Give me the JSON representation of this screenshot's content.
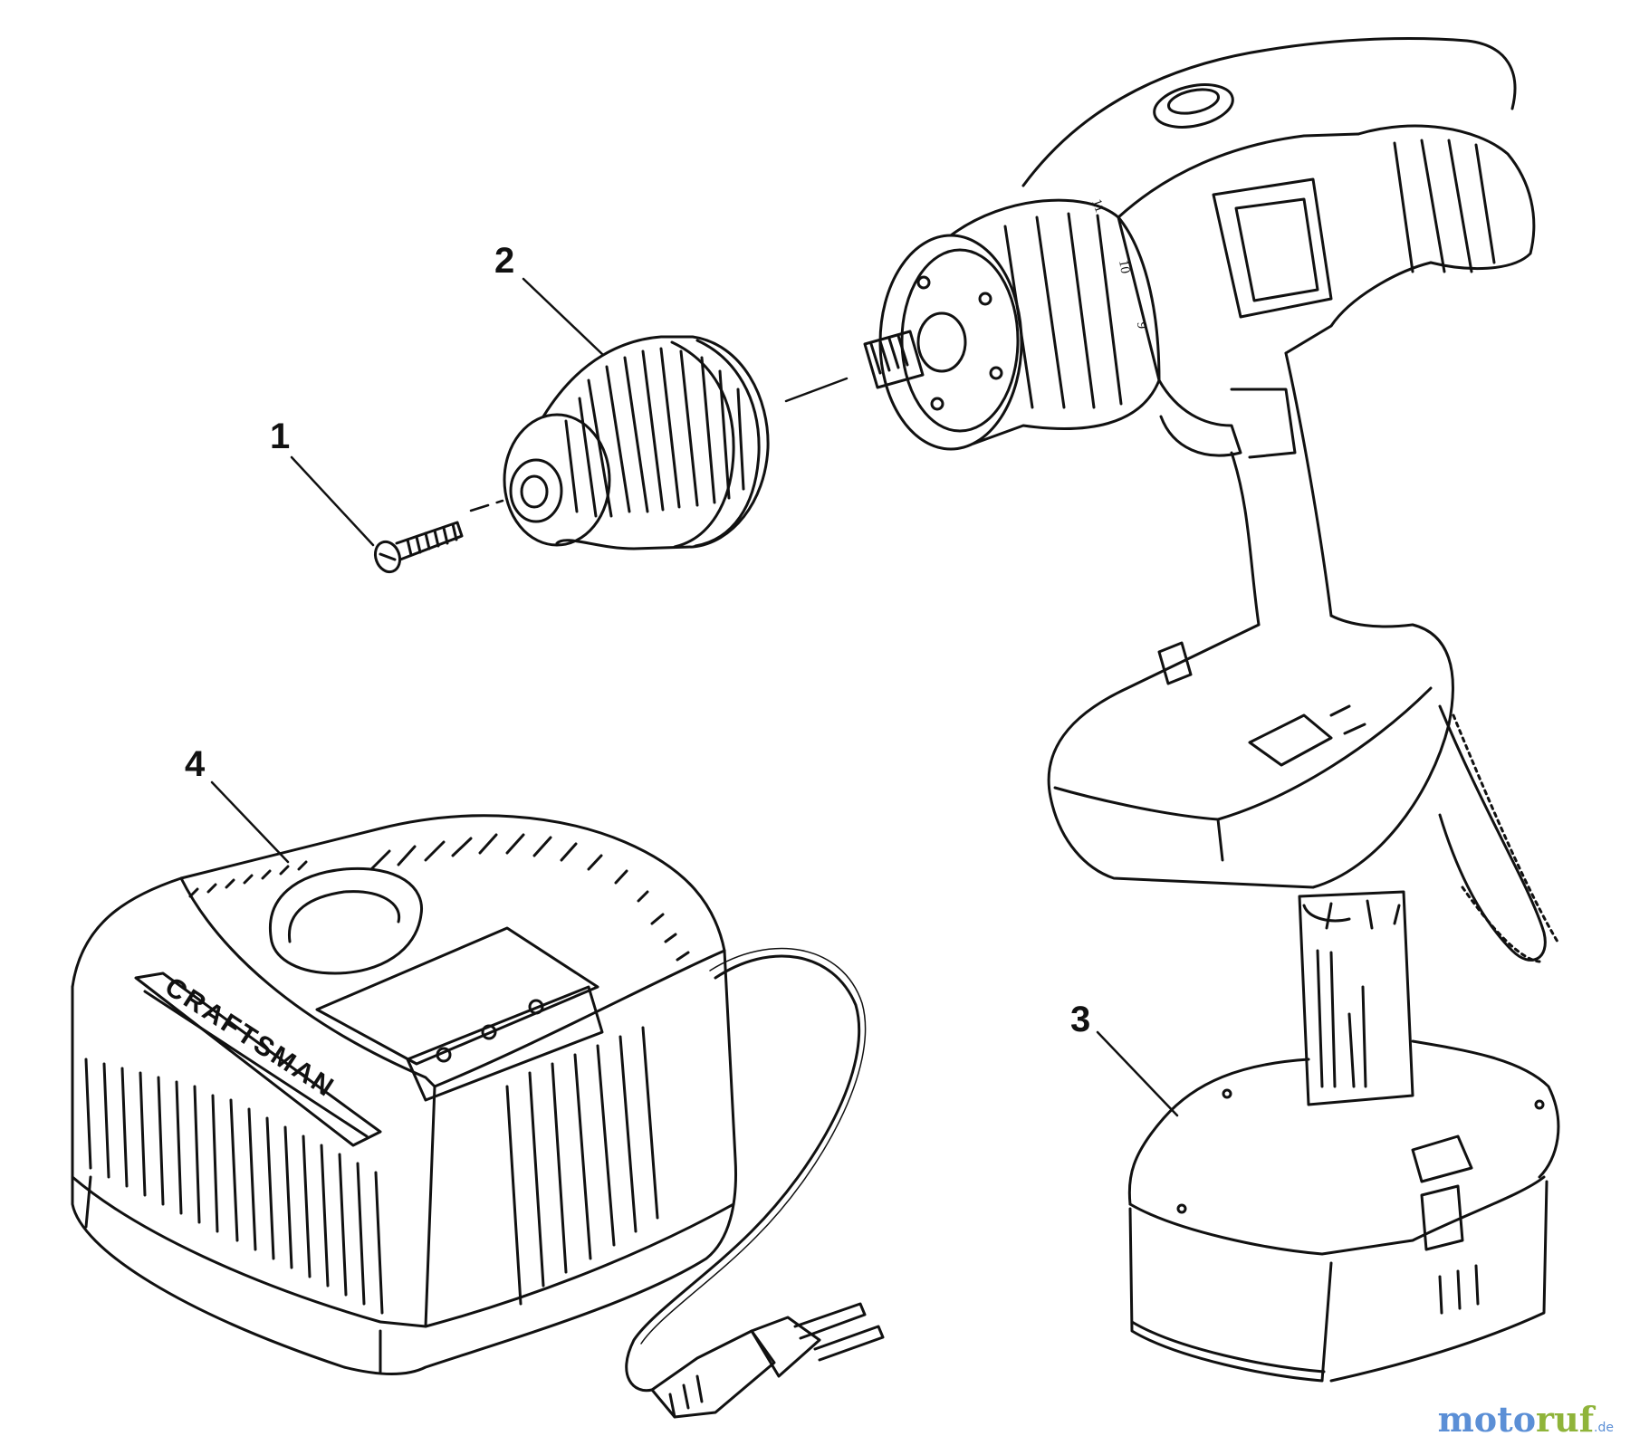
{
  "callouts": [
    {
      "number": "1",
      "part": "screw"
    },
    {
      "number": "2",
      "part": "chuck"
    },
    {
      "number": "3",
      "part": "battery"
    },
    {
      "number": "4",
      "part": "charger"
    }
  ],
  "charger": {
    "brand_label": "CRAFTSMAN"
  },
  "drill": {
    "clutch_dial_marks": [
      "10",
      "9",
      "11"
    ]
  },
  "watermark": {
    "part1": "moto",
    "part2": "ruf",
    "suffix": ".de"
  },
  "colors": {
    "line": "#111111",
    "watermark_blue": "#5b8fd6",
    "watermark_green": "#8fb43a",
    "background": "#ffffff"
  }
}
